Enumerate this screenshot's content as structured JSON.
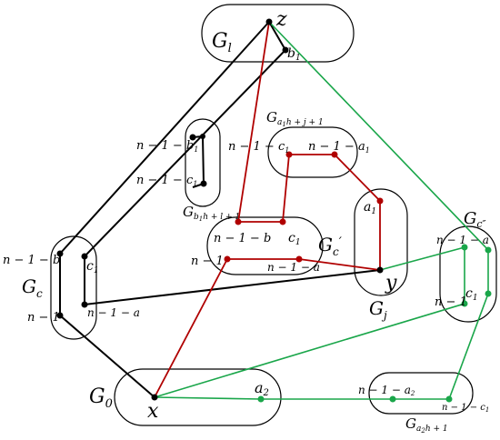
{
  "colors": {
    "black_path": "#000000",
    "red_path": "#b00000",
    "green_path": "#1aa64a"
  },
  "labels": {
    "Gl": "G",
    "Gl_sub": "l",
    "z": "z",
    "b1_top": "b",
    "b1_top_sub": "1",
    "Ga1": "G",
    "Ga1_sub_a": "a",
    "Ga1_sub_1": "1",
    "Ga1_sub_rest": "h + j + 1",
    "nm1_c1_top": "n − 1 − c",
    "nm1_c1_top_sub": "1",
    "nm1_a1_top": "n − 1 − a",
    "nm1_a1_top_sub": "1",
    "nm1_b1_left": "n − 1 − b",
    "nm1_b1_left_sub": "1",
    "nm1_c1_left": "n − 1 − c",
    "nm1_c1_left_sub": "1",
    "Gb1": "G",
    "Gb1_sub_b": "b",
    "Gb1_sub_1": "1",
    "Gb1_sub_rest": "h + l + 1",
    "a1_right": "a",
    "a1_right_sub": "1",
    "Gc2": "G",
    "Gc2_sub": "c″",
    "nm1_b_gcp": "n − 1 − b",
    "c1_gcp": "c",
    "c1_gcp_sub": "1",
    "Gcp": "G",
    "Gcp_sub": "c",
    "Gcp_prime": "′",
    "nm1_gcp": "n − 1",
    "nm1_a_gcp": "n − 1 − a",
    "y": "y",
    "Gj": "G",
    "Gj_sub": "j",
    "nm1_a_gc2": "n − 1 − a",
    "nm1_gc2": "n − 1",
    "c1_gc2": "c",
    "c1_gc2_sub": "1",
    "nm1_b_gc": "n − 1 − b",
    "c1_gc": "c",
    "c1_gc_sub": "1",
    "Gc": "G",
    "Gc_sub": "c",
    "nm1_gc": "n − 1",
    "nm1_a_gc": "n − 1 − a",
    "G0": "G",
    "G0_sub": "0",
    "x": "x",
    "a2": "a",
    "a2_sub": "2",
    "nm1_a2": "n − 1 − a",
    "nm1_a2_sub": "2",
    "nm1_c1_ga2": "n − 1 − c",
    "nm1_c1_ga2_sub": "1",
    "Ga2": "G",
    "Ga2_sub_a": "a",
    "Ga2_sub_2": "2",
    "Ga2_sub_rest": "h + 1"
  }
}
